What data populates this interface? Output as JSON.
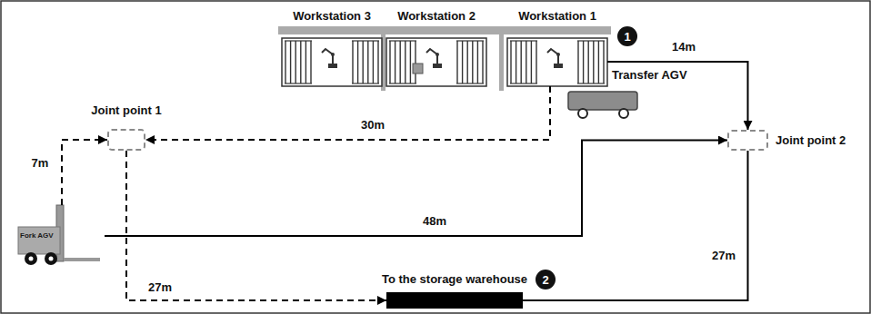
{
  "diagram": {
    "nodes": [
      {
        "text": [
          "Workstation 3"
        ]
      },
      {
        "text": [
          "Workstation 2"
        ]
      },
      {
        "text": [
          "Workstation 1"
        ]
      },
      {
        "text": [
          "Transfer AGV"
        ]
      },
      {
        "text": [
          "Joint point 1"
        ]
      },
      {
        "text": [
          "Joint point 2"
        ]
      },
      {
        "text": [
          "Fork AGV"
        ]
      },
      {
        "text": [
          "To the storage warehouse"
        ]
      }
    ],
    "edges": [
      {
        "from": 2,
        "to": 5,
        "arrow": "to",
        "label": "14m"
      },
      {
        "from": 2,
        "to": 4,
        "arrow": "to",
        "label": "30m"
      },
      {
        "from": 6,
        "to": 4,
        "arrow": "to",
        "label": "7m"
      },
      {
        "from": 6,
        "to": 5,
        "arrow": "to",
        "label": "48m"
      },
      {
        "from": 4,
        "to": 7,
        "arrow": "to",
        "label": "27m"
      },
      {
        "from": 5,
        "to": 7,
        "arrow": "none",
        "label": "27m"
      }
    ],
    "labels": [
      "1",
      "2"
    ]
  }
}
